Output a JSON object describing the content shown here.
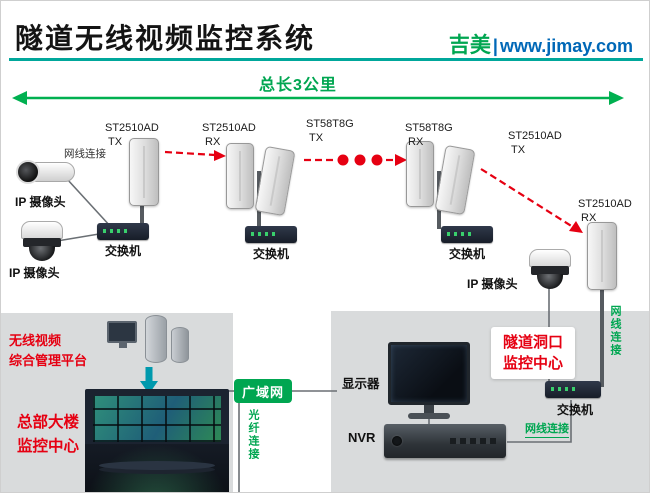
{
  "colors": {
    "header_rule_teal": "#00a79b",
    "brand_green": "#00a651",
    "brand_blue": "#0068b7",
    "wireless_link_red": "#e60012",
    "arrow_green": "#00b050"
  },
  "header": {
    "title": "隧道无线视频监控系统",
    "brand": "吉美",
    "divider": "|",
    "website": "www.jimay.com"
  },
  "backbone": {
    "span_label": "总长3公里",
    "aps": [
      {
        "model": "ST2510AD",
        "port": "TX"
      },
      {
        "model": "ST2510AD",
        "port": "RX"
      },
      {
        "model": "ST58T8G",
        "port": "TX"
      },
      {
        "model": "ST58T8G",
        "port": "RX"
      },
      {
        "model": "ST2510AD",
        "port": "TX"
      },
      {
        "model": "ST2510AD",
        "port": "RX"
      }
    ]
  },
  "labels": {
    "ip_camera": "IP 摄像头",
    "switch": "交换机",
    "cable": "网线连接",
    "fiber": "光纤连接",
    "wan": "广域网",
    "monitor": "显示器",
    "nvr": "NVR"
  },
  "hq": {
    "platform": "无线视频\n综合管理平台",
    "center": "总部大楼\n监控中心"
  },
  "tunnel": {
    "center": "隧道洞口\n监控中心"
  }
}
